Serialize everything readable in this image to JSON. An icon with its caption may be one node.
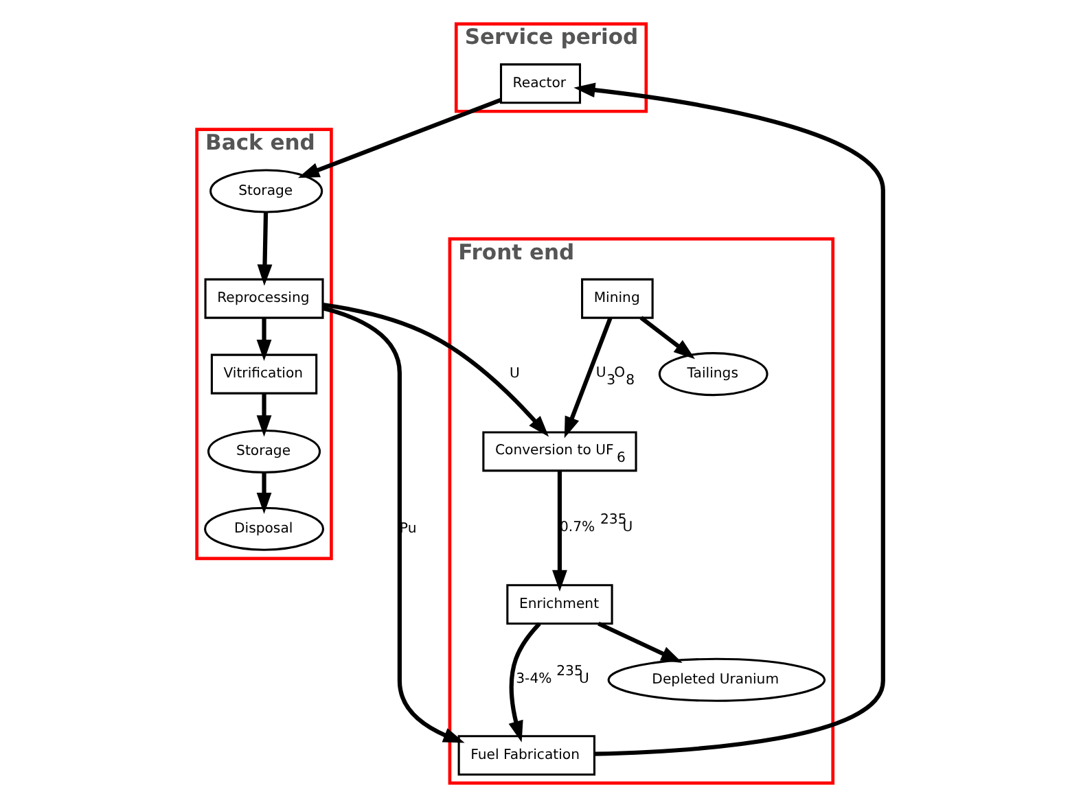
{
  "diagram": {
    "nodes": [
      {
        "text": [
          "Service period"
        ]
      },
      {
        "text": [
          "Reactor"
        ],
        "in": 0
      },
      {
        "text": [
          "Front end"
        ]
      },
      {
        "text": [
          "Fuel Fabrication"
        ],
        "in": 2
      },
      {
        "text": [
          "Depleted Uranium"
        ],
        "in": 2
      },
      {
        "text": [
          "Enrichment"
        ],
        "in": 2
      },
      {
        "text": [
          "Conversion to UF$_{6}$"
        ],
        "in": 2
      },
      {
        "text": [
          "Tailings"
        ],
        "in": 2
      },
      {
        "text": [
          "Mining"
        ],
        "in": 2
      },
      {
        "text": [
          "Back end"
        ]
      },
      {
        "text": [
          "Storage"
        ],
        "in": 9
      },
      {
        "text": [
          "Reprocessing"
        ],
        "in": 9
      },
      {
        "text": [
          "Vitrification"
        ],
        "in": 9
      },
      {
        "text": [
          "Storage"
        ],
        "in": 9
      },
      {
        "text": [
          "Disposal"
        ],
        "in": 9
      }
    ],
    "edges": [
      {
        "from": 3,
        "to": 1,
        "arrow": "to"
      },
      {
        "from": 1,
        "to": 10,
        "arrow": "to"
      },
      {
        "from": 10,
        "to": 11,
        "arrow": "to"
      },
      {
        "from": 11,
        "to": 3,
        "label": "Pu",
        "arrow": "to"
      },
      {
        "from": 11,
        "to": 6,
        "label": "U",
        "arrow": "to"
      },
      {
        "from": 5,
        "to": 4,
        "arrow": "to"
      },
      {
        "from": 5,
        "to": 3,
        "label": "3-4% $^{235}$U",
        "arrow": "to"
      },
      {
        "from": 6,
        "to": 5,
        "label": "0.7% $^{235}$U",
        "arrow": "to"
      },
      {
        "from": 8,
        "to": 6,
        "label": "U$_{3}$O$_{8}$",
        "arrow": "to"
      },
      {
        "from": 8,
        "to": 7,
        "arrow": "to"
      },
      {
        "from": 11,
        "to": 12,
        "arrow": "to"
      },
      {
        "from": 12,
        "to": 13,
        "arrow": "to"
      },
      {
        "from": 13,
        "to": 14,
        "arrow": "to"
      }
    ]
  }
}
